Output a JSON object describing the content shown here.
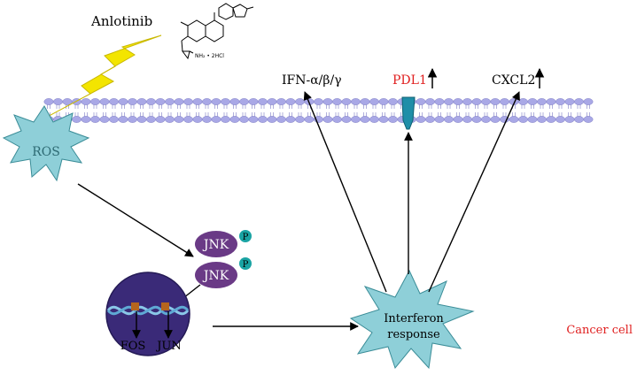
{
  "drug": {
    "name": "Anlotinib",
    "salt_label": "NH₂ • 2HCl"
  },
  "nodes": {
    "ros": "ROS",
    "jnk_top": "JNK",
    "jnk_bottom": "JNK",
    "phospho_top": "P",
    "phospho_bottom": "P",
    "fos": "FOS",
    "jun": "JUN",
    "interferon_line1": "Interferon",
    "interferon_line2": "response"
  },
  "outputs": {
    "ifn": "IFN-α/β/γ",
    "pdl1": "PDL1",
    "cxcl2": "CXCL2"
  },
  "cell_label": "Cancer cell",
  "colors": {
    "membrane_bead": "#a9a8e6",
    "membrane_bead_stroke": "#7d7cc4",
    "ros_fill": "#8ecfd8",
    "interferon_fill": "#8ecfd8",
    "jnk_fill": "#6a3a86",
    "phospho_fill": "#1aa3a3",
    "nucleus_fill": "#3a2a78",
    "dna_strand": "#8ac7e8",
    "gene_marker": "#b5651d",
    "pdl1_receptor": "#1f8ea8",
    "lightning": "#f3e500",
    "highlight_red": "#e02020"
  }
}
